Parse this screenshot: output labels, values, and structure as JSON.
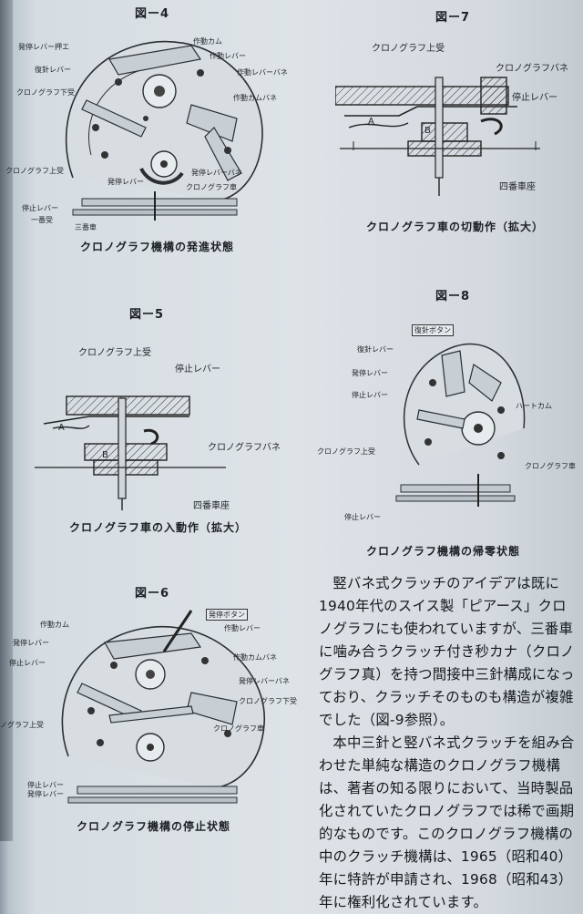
{
  "figures": {
    "fig4": {
      "label": "図ー4",
      "caption": "クロノグラフ機構の発進状態",
      "labels": [
        "発停レバー押エ",
        "復針レバー",
        "クロノグラフ下受",
        "クロノグラフ上受",
        "停止レバー",
        "一番受",
        "作動カム",
        "作動レバー",
        "作動レバーバネ",
        "作動カムバネ",
        "発停レバーバネ",
        "発停レバー",
        "クロノグラフ車",
        "三番車"
      ]
    },
    "fig5": {
      "label": "図ー5",
      "caption": "クロノグラフ車の入動作（拡大）",
      "labels": [
        "クロノグラフ上受",
        "停止レバー",
        "クロノグラフバネ",
        "四番車座",
        "A",
        "B"
      ]
    },
    "fig6": {
      "label": "図ー6",
      "caption": "クロノグラフ機構の停止状態",
      "labels": [
        "発停ボタン",
        "作動カム",
        "作動レバー",
        "発停レバー",
        "作動カムバネ",
        "停止レバー",
        "発停レバーバネ",
        "クロノグラフ下受",
        "クロノグラフ車",
        "ノグラフ上受",
        "停止レバー",
        "発停レバー"
      ]
    },
    "fig7": {
      "label": "図ー7",
      "caption": "クロノグラフ車の切動作（拡大）",
      "labels": [
        "クロノグラフ上受",
        "クロノグラフバネ",
        "停止レバー",
        "四番車座",
        "A",
        "B"
      ]
    },
    "fig8": {
      "label": "図ー8",
      "caption": "クロノグラフ機構の帰零状態",
      "labels": [
        "復針ボタン",
        "復針レバー",
        "発停レバー",
        "停止レバー",
        "ハートカム",
        "クロノグラフ上受",
        "クロノグラフ車",
        "停止レバー"
      ]
    }
  },
  "body": {
    "paragraphs": [
      "竪バネ式クラッチのアイデアは既に1940年代のスイス製「ピアース」クロノグラフにも使われていますが、三番車に噛み合うクラッチ付き秒カナ（クロノグラフ真）を持つ間接中三針構成になっており、クラッチそのものも構造が複雑でした（図-9参照）。",
      "本中三針と竪バネ式クラッチを組み合わせた単純な構造のクロノグラフ機構は、著者の知る限りにおいて、当時製品化されていたクロノグラフでは稀で画期的なものです。このクロノグラフ機構の中のクラッチ機構は、1965（昭和40）年に特許が申請され、1968（昭和43）年に権利化されています。"
    ]
  },
  "colors": {
    "paper": "#dde3e7",
    "ink": "#1c2024"
  }
}
